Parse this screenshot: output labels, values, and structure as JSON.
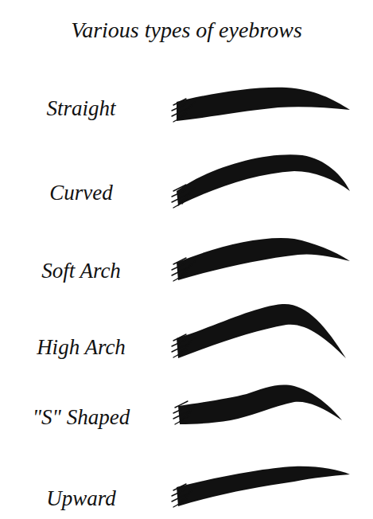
{
  "diagram": {
    "title": "Various types of eyebrows",
    "labels": [
      "Straight",
      "Curved",
      "Soft Arch",
      "High Arch",
      "\"S\" Shaped",
      "Upward"
    ]
  }
}
